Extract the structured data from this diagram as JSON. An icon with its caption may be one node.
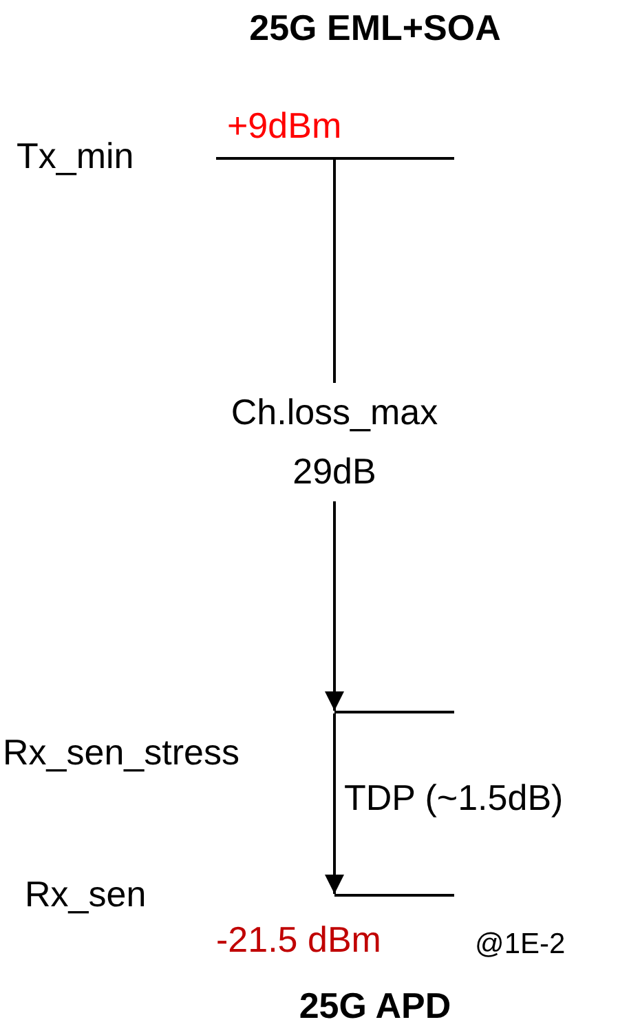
{
  "diagram": {
    "title": "25G EML+SOA",
    "caption": "25G APD",
    "nodes": [
      {
        "text": [
          "Tx_min"
        ],
        "beside": [
          "+9dBm"
        ]
      },
      {
        "text": [
          "Rx_sen_stress"
        ]
      },
      {
        "text": [
          "Rx_sen"
        ],
        "beside": [
          "-21.5 dBm",
          "@1E-2"
        ]
      }
    ],
    "edges": [
      {
        "from": 0,
        "to": 1,
        "arrow": "to",
        "label": "Ch.loss_max 29dB"
      },
      {
        "from": 1,
        "to": 2,
        "arrow": "to",
        "label": "TDP (~1.5dB)"
      }
    ]
  }
}
